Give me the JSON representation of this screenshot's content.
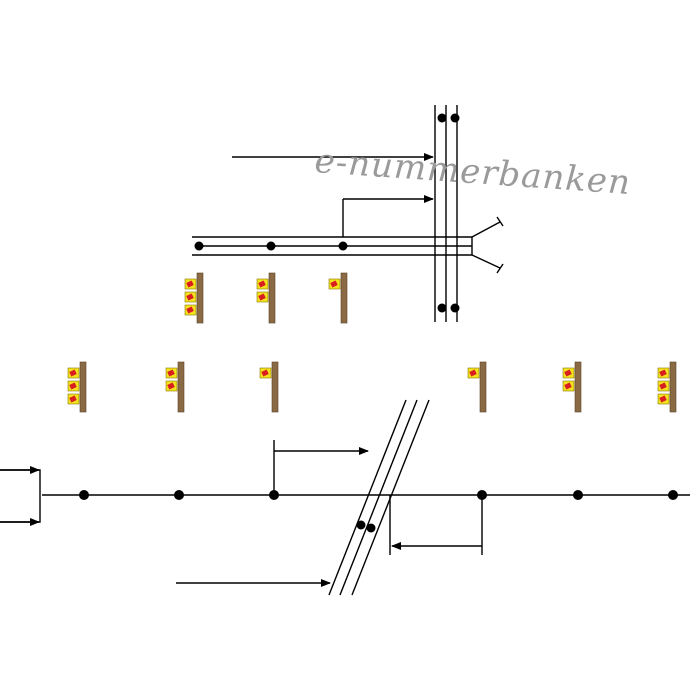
{
  "watermark": {
    "text": "e-nummerbanken",
    "color": "#9a9a9a"
  },
  "colors": {
    "line": "#000000",
    "post": "#8a6a44",
    "post_edge": "#5a4226",
    "lamp_fill": "#f5e21f",
    "lamp_edge": "#8a7a00",
    "lamp_light": "#d81e1e"
  },
  "signals": {
    "upper_row": [
      3,
      2,
      1
    ],
    "lower_row": [
      3,
      2,
      1,
      1,
      2,
      3
    ]
  }
}
